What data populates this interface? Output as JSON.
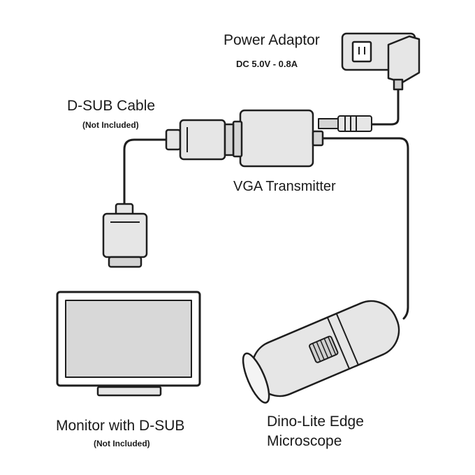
{
  "labels": {
    "power_adaptor": "Power Adaptor",
    "power_spec": "DC 5.0V - 0.8A",
    "dsub_cable": "D-SUB Cable",
    "dsub_note": "(Not Included)",
    "vga_transmitter": "VGA Transmitter",
    "monitor": "Monitor with D-SUB",
    "monitor_note": "(Not Included)",
    "microscope_line1": "Dino-Lite Edge",
    "microscope_line2": "Microscope"
  },
  "colors": {
    "outline": "#1e1e1e",
    "device_fill": "#e6e6e6",
    "screen_fill": "#d8d8d8",
    "cable": "#1e1e1e"
  },
  "icons": [
    "power-adaptor-icon",
    "d-sub-connector-icon",
    "vga-transmitter-icon",
    "monitor-icon",
    "microscope-icon"
  ]
}
